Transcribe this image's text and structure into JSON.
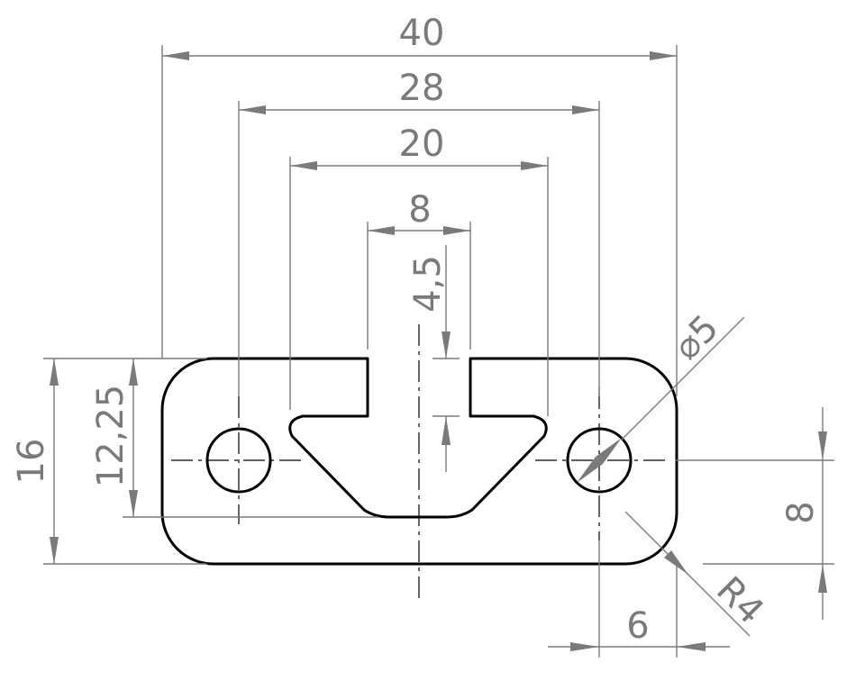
{
  "dimensions": {
    "width_overall": "40",
    "hole_spacing": "28",
    "slot_width": "20",
    "slot_opening": "8",
    "lip_thickness": "4,5",
    "height_overall": "16",
    "slot_depth": "12,25",
    "hole_diameter": "⌀5",
    "hole_height": "8",
    "hole_edge_offset": "6",
    "corner_radius": "R4"
  },
  "colors": {
    "part_outline": "#000000",
    "dimension_lines": "#7a7a7a"
  }
}
